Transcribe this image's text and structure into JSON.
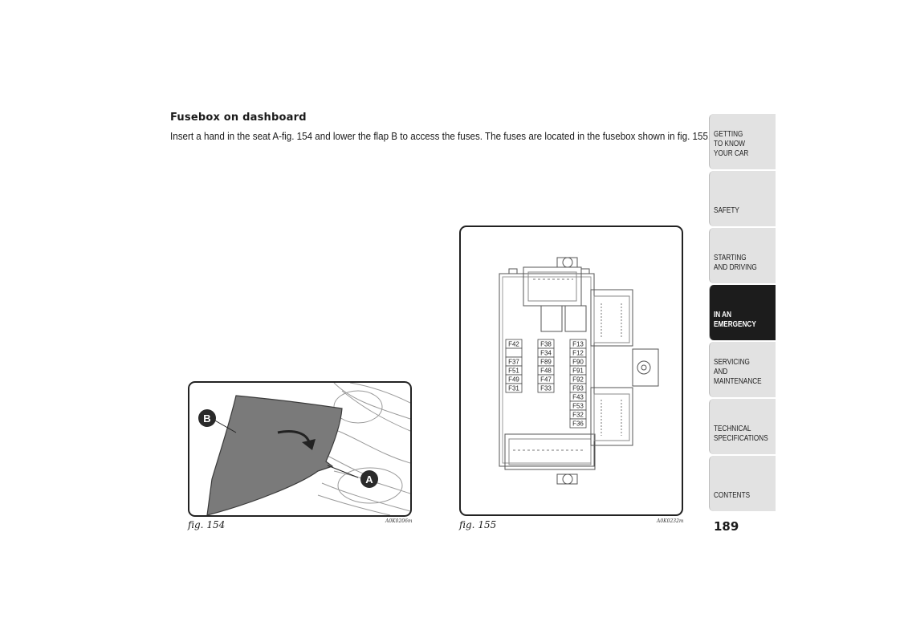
{
  "section": {
    "heading": "Fusebox on dashboard",
    "intro": "Insert a hand in the seat A-fig. 154 and lower the flap B to access the fuses. The fuses are located in the fusebox shown in fig. 155."
  },
  "fig154": {
    "caption": "fig. 154",
    "code": "A0K0206m",
    "label_b": "B",
    "label_a": "A"
  },
  "fig155": {
    "caption": "fig. 155",
    "code": "A0K0232m",
    "fuse_columns": [
      [
        "F42",
        "",
        "F37",
        "F51",
        "F49",
        "F31"
      ],
      [
        "F38",
        "F34",
        "F89",
        "F48",
        "F47",
        "F33"
      ],
      [
        "F13",
        "F12",
        "F90",
        "F91",
        "F92",
        "F93",
        "F43",
        "F53",
        "F32",
        "F36"
      ]
    ]
  },
  "sidebar": {
    "tabs": [
      {
        "label": "GETTING\nTO KNOW\nYOUR CAR"
      },
      {
        "label": "SAFETY"
      },
      {
        "label": "STARTING\nAND DRIVING"
      },
      {
        "label": "IN AN\nEMERGENCY"
      },
      {
        "label": "SERVICING AND\nMAINTENANCE"
      },
      {
        "label": "TECHNICAL\nSPECIFICATIONS"
      },
      {
        "label": "CONTENTS"
      }
    ],
    "active_index": 3
  },
  "page_number": "189"
}
